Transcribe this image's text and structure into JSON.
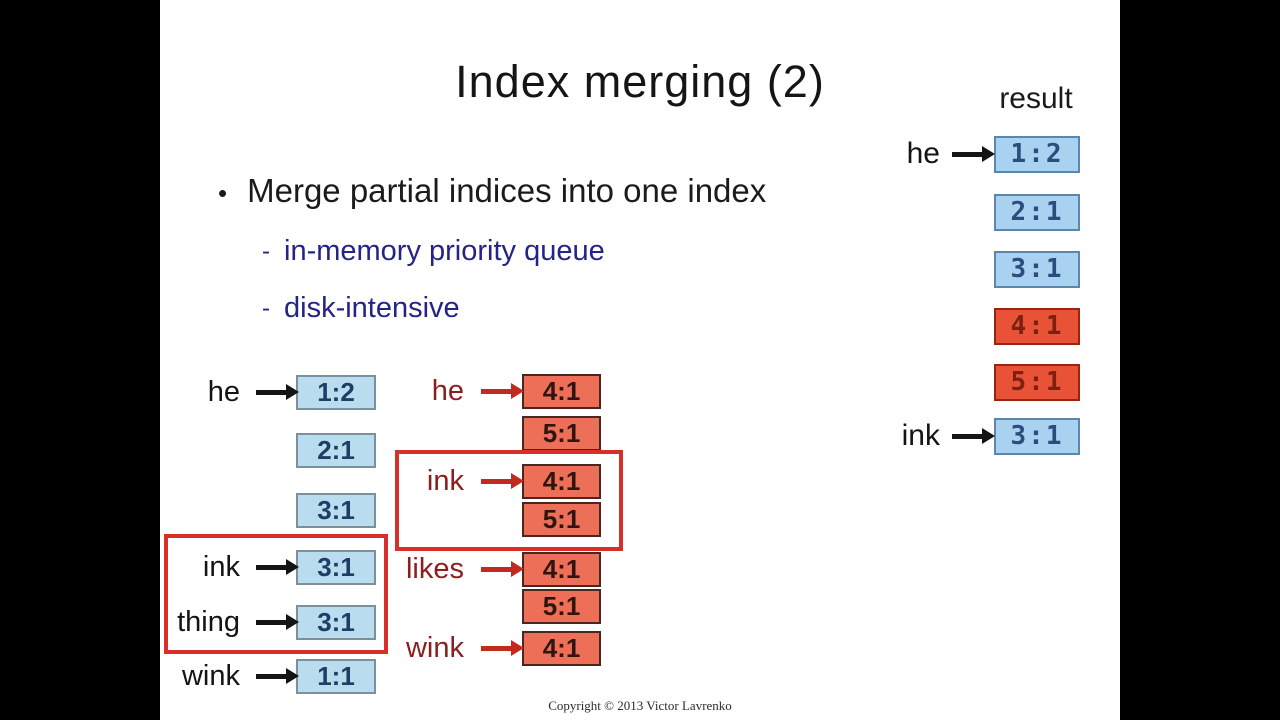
{
  "title": "Index merging (2)",
  "bullet": {
    "main": "Merge partial indices into one index",
    "sub1": "in-memory priority queue",
    "sub2": "disk-intensive"
  },
  "left_index": {
    "rows": [
      {
        "label": "he",
        "value": "1:2"
      },
      {
        "label": "",
        "value": "2:1"
      },
      {
        "label": "",
        "value": "3:1"
      },
      {
        "label": "ink",
        "value": "3:1",
        "highlighted": true
      },
      {
        "label": "thing",
        "value": "3:1",
        "highlighted": true
      },
      {
        "label": "wink",
        "value": "1:1"
      }
    ],
    "box_color": "#b9dcee",
    "label_color": "#141414"
  },
  "middle_index": {
    "rows": [
      {
        "label": "he",
        "value": "4:1"
      },
      {
        "label": "",
        "value": "5:1"
      },
      {
        "label": "ink",
        "value": "4:1",
        "highlighted": true
      },
      {
        "label": "",
        "value": "5:1",
        "highlighted": true
      },
      {
        "label": "likes",
        "value": "4:1"
      },
      {
        "label": "",
        "value": "5:1"
      },
      {
        "label": "wink",
        "value": "4:1"
      }
    ],
    "box_color": "#ee6f57",
    "label_color": "#8e1d1d"
  },
  "result": {
    "heading": "result",
    "rows": [
      {
        "label": "he",
        "value": "1:2",
        "style": "blue"
      },
      {
        "label": "",
        "value": "2:1",
        "style": "blue"
      },
      {
        "label": "",
        "value": "3:1",
        "style": "blue"
      },
      {
        "label": "",
        "value": "4:1",
        "style": "red"
      },
      {
        "label": "",
        "value": "5:1",
        "style": "red"
      },
      {
        "label": "ink",
        "value": "3:1",
        "style": "blue"
      }
    ],
    "blue_box_color": "#a9d2f1",
    "red_box_color": "#e85338"
  },
  "footer": {
    "copyright": "Copyright © 2013 Victor Lavrenko"
  },
  "colors": {
    "highlight_border": "#d83028",
    "sub_bullet_text": "#232388",
    "red_arrow": "#c22a20",
    "black_arrow": "#141414"
  }
}
